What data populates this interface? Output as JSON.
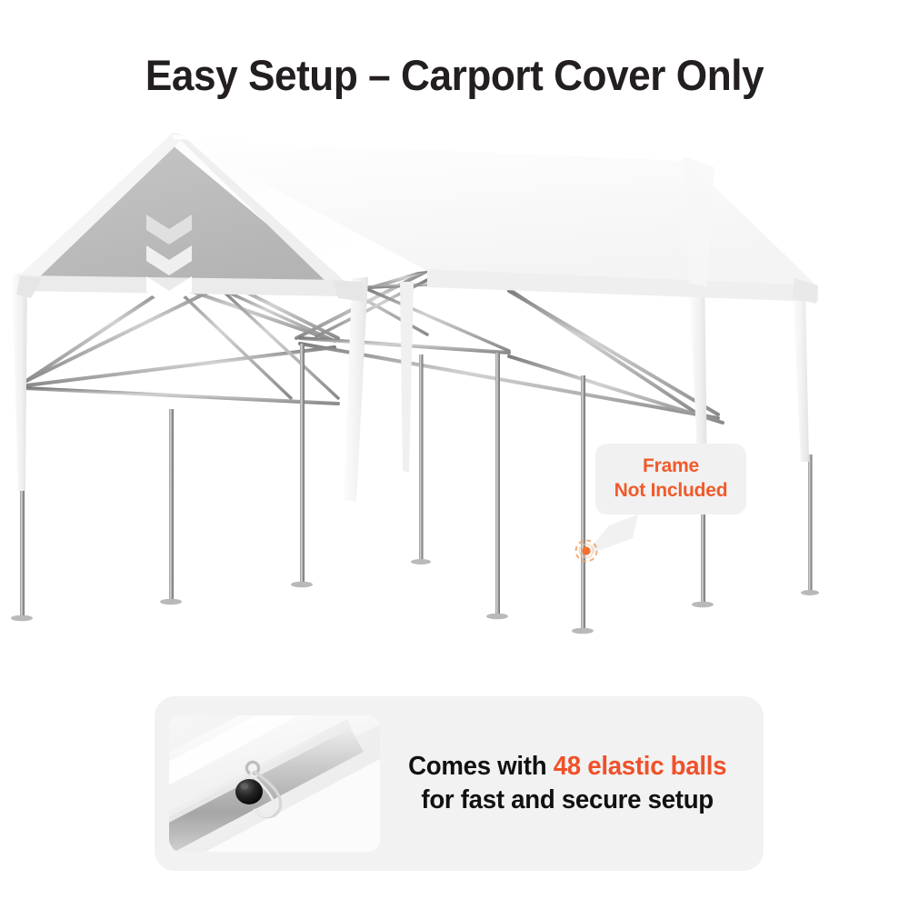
{
  "page": {
    "background_color": "#ffffff",
    "accent_color": "#f05a2b",
    "text_color": "#231f20",
    "panel_color": "#f2f2f2"
  },
  "headline": {
    "text": "Easy Setup – Carport Cover Only"
  },
  "hero": {
    "alt": "White gable carport canopy cover mounted on a bare metal tube frame",
    "canopy_color": "#ffffff",
    "gable_panel_color": "#bcbcbc",
    "frame_color": "#9a9a9a",
    "chevron_count": 3,
    "chevron_color": "#ffffff"
  },
  "callout": {
    "line1": "Frame",
    "line2": "Not Included",
    "text_color": "#f05a2b",
    "background_color": "#f1f1f1",
    "marker_color": "#f0712a"
  },
  "feature": {
    "photo_alt": "Close-up of a black elastic ball bungee looped around a carport frame tube",
    "line1_prefix": "Comes with ",
    "line1_highlight": "48 elastic balls",
    "line2": "for fast and secure setup",
    "highlight_color": "#f0512a",
    "background_color": "#f2f2f2"
  }
}
